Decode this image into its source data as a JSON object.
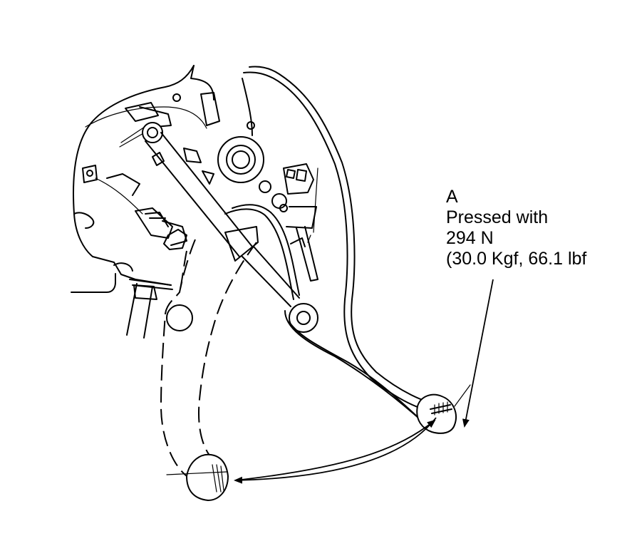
{
  "callout": {
    "letter": "A",
    "line1": "Pressed with",
    "line2": "294 N",
    "line3": "(30.0 Kgf, 66.1 lbf"
  },
  "icons": [
    "pedal-assembly-illustration",
    "travel-arrow",
    "leader-arrow"
  ]
}
